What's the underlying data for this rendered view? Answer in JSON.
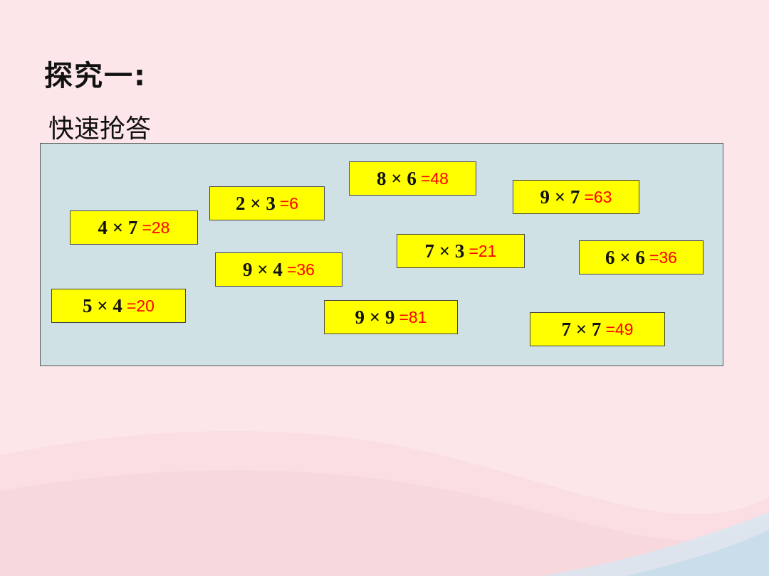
{
  "slide": {
    "title": "探究一:",
    "subtitle": "快速抢答"
  },
  "cards": [
    {
      "expression": "8 × 6",
      "answer": "=48"
    },
    {
      "expression": "2 × 3",
      "answer": "=6"
    },
    {
      "expression": "9 × 7",
      "answer": "=63"
    },
    {
      "expression": "4 × 7",
      "answer": "=28"
    },
    {
      "expression": "7 × 3",
      "answer": "=21"
    },
    {
      "expression": "6 × 6",
      "answer": "=36"
    },
    {
      "expression": "9 × 4",
      "answer": "=36"
    },
    {
      "expression": "5 × 4",
      "answer": "=20"
    },
    {
      "expression": "9 × 9",
      "answer": "=81"
    },
    {
      "expression": "7 × 7",
      "answer": "=49"
    }
  ],
  "colors": {
    "background": "#fde6ea",
    "panel": "#d0e1e5",
    "card": "#ffff00",
    "answer": "#ff0000"
  }
}
